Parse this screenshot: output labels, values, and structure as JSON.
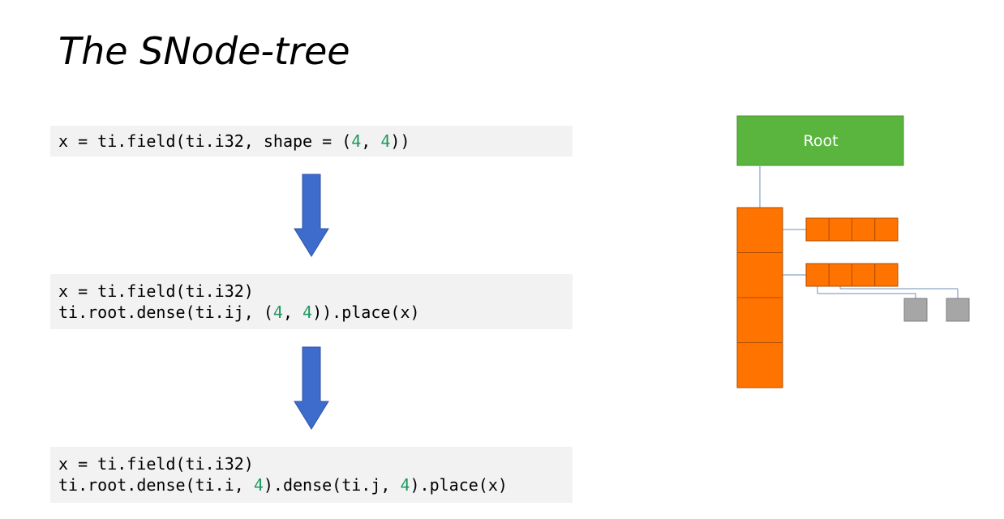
{
  "title": "The SNode-tree",
  "code_blocks": [
    {
      "lines": [
        [
          {
            "text": "x = ti.field(ti.i32, shape = ("
          },
          {
            "text": "4",
            "num": true
          },
          {
            "text": ", "
          },
          {
            "text": "4",
            "num": true
          },
          {
            "text": "))"
          }
        ]
      ]
    },
    {
      "lines": [
        [
          {
            "text": "x = ti.field(ti.i32)"
          }
        ],
        [
          {
            "text": "ti.root.dense(ti.ij, ("
          },
          {
            "text": "4",
            "num": true
          },
          {
            "text": ", "
          },
          {
            "text": "4",
            "num": true
          },
          {
            "text": ")).place(x)"
          }
        ]
      ]
    },
    {
      "lines": [
        [
          {
            "text": "x = ti.field(ti.i32)"
          }
        ],
        [
          {
            "text": "ti.root.dense(ti.i, "
          },
          {
            "text": "4",
            "num": true
          },
          {
            "text": ").dense(ti.j, "
          },
          {
            "text": "4",
            "num": true
          },
          {
            "text": ").place(x)"
          }
        ]
      ]
    }
  ],
  "tree": {
    "root_label": "Root",
    "column_cells": 4,
    "row_cells": 4,
    "child_rows": 2,
    "leaf_count": 2
  },
  "colors": {
    "root_fill": "#59b53d",
    "root_stroke": "#4a8f34",
    "cell_fill": "#ff7300",
    "cell_stroke": "#b24e00",
    "leaf_fill": "#a6a6a6",
    "leaf_stroke": "#7f7f7f",
    "connector": "#6d8fb5",
    "arrow_fill": "#3d6ccc",
    "arrow_stroke": "#2f55a6",
    "code_number": "#1e9960"
  }
}
